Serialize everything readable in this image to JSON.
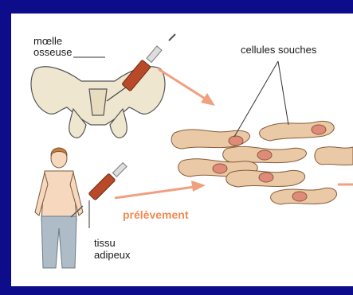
{
  "labels": {
    "bone_marrow_line1": "mœlle",
    "bone_marrow_line2": "osseuse",
    "stem_cells": "cellules souches",
    "sampling": "prélèvement",
    "adipose_line1": "tissu",
    "adipose_line2": "adipeux"
  },
  "colors": {
    "background": "#0d0d8c",
    "panel": "#ffffff",
    "arrow": "#f0a080",
    "cell_fill": "#e9c9a6",
    "nucleus_fill": "#e08a7a",
    "bone_fill": "#efe6cf",
    "skin_fill": "#f6d8bf",
    "trousers_fill": "#aebcc8",
    "hair_fill": "#c87a3a",
    "syringe_fill": "#b84a2a"
  }
}
